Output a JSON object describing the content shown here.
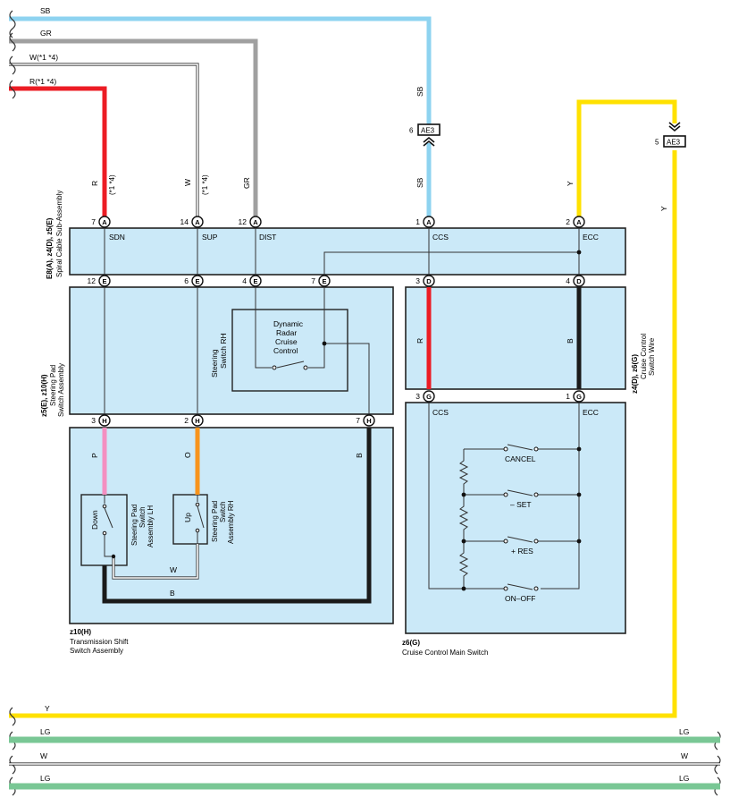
{
  "colors": {
    "SB": "#8ed3f0",
    "GR": "#a0a0a0",
    "R": "#ec1c24",
    "Y": "#ffe100",
    "LG": "#79c795",
    "P": "#f48fc1",
    "O": "#f7941d",
    "B": "#1a1a1a",
    "box_fill": "#cbe9f8"
  },
  "wires_left": [
    {
      "label": "SB"
    },
    {
      "label": "GR"
    },
    {
      "label": "W(*1 *4)"
    },
    {
      "label": "R(*1 *4)"
    }
  ],
  "bottom_wires": [
    {
      "label": "Y"
    },
    {
      "label": "LG",
      "right_label": "LG"
    },
    {
      "label": "W",
      "right_label": "W"
    },
    {
      "label": "LG",
      "right_label": "LG"
    }
  ],
  "spiral_connector": {
    "id": "AE3",
    "pin_sb": "6",
    "pin_y": "5"
  },
  "wire_labels": {
    "r_vert": "R",
    "r_note": "(*1 *4)",
    "w_vert": "W",
    "w_note": "(*1 *4)",
    "gr_vert": "GR",
    "sb_upper": "SB",
    "sb_lower": "SB",
    "y_vert_left": "Y",
    "y_vert_right": "Y",
    "r_cc": "R",
    "b_cc": "B",
    "p_wire": "P",
    "o_wire": "O",
    "b_right": "B",
    "w_bottom": "W",
    "b_bottom": "B"
  },
  "spiral_cable": {
    "id_label": "E8(A), z4(D), z5(E)",
    "name": "Spiral Cable Sub-Assembly",
    "terminals": [
      "SDN",
      "SUP",
      "DIST",
      "CCS",
      "ECC"
    ],
    "top_pins": [
      {
        "num": "7",
        "conn": "A"
      },
      {
        "num": "14",
        "conn": "A"
      },
      {
        "num": "12",
        "conn": "A"
      },
      {
        "num": "1",
        "conn": "A"
      },
      {
        "num": "2",
        "conn": "A"
      }
    ],
    "bottom_pins": [
      {
        "num": "12",
        "conn": "E"
      },
      {
        "num": "6",
        "conn": "E"
      },
      {
        "num": "4",
        "conn": "E"
      },
      {
        "num": "7",
        "conn": "E"
      },
      {
        "num": "3",
        "conn": "D"
      },
      {
        "num": "4",
        "conn": "D"
      }
    ]
  },
  "steering_pad": {
    "id_label": "z5(E), z10(H)",
    "name": "Steering Pad Switch Assembly",
    "inner_box": "Steering Switch RH",
    "switch_name": "Dynamic Radar Cruise Control",
    "bottom_pins": [
      {
        "num": "3",
        "conn": "H"
      },
      {
        "num": "2",
        "conn": "H"
      },
      {
        "num": "7",
        "conn": "H"
      }
    ]
  },
  "cc_wire": {
    "id_label": "z4(D), z6(G)",
    "name": "Cruise Control Switch Wire",
    "bottom_pins": [
      {
        "num": "3",
        "conn": "G"
      },
      {
        "num": "1",
        "conn": "G"
      }
    ]
  },
  "transmission": {
    "id_label": "z10(H)",
    "name": "Transmission Shift Switch Assembly",
    "lh_switch": "Down",
    "lh_name": "Steering Pad Switch Assembly LH",
    "rh_switch": "Up",
    "rh_name": "Steering Pad Switch Assembly RH"
  },
  "main_switch": {
    "id_label": "z6(G)",
    "name": "Cruise Control Main Switch",
    "term_left": "CCS",
    "term_right": "ECC",
    "switches": [
      "CANCEL",
      "– SET",
      "+ RES",
      "ON–OFF"
    ]
  }
}
